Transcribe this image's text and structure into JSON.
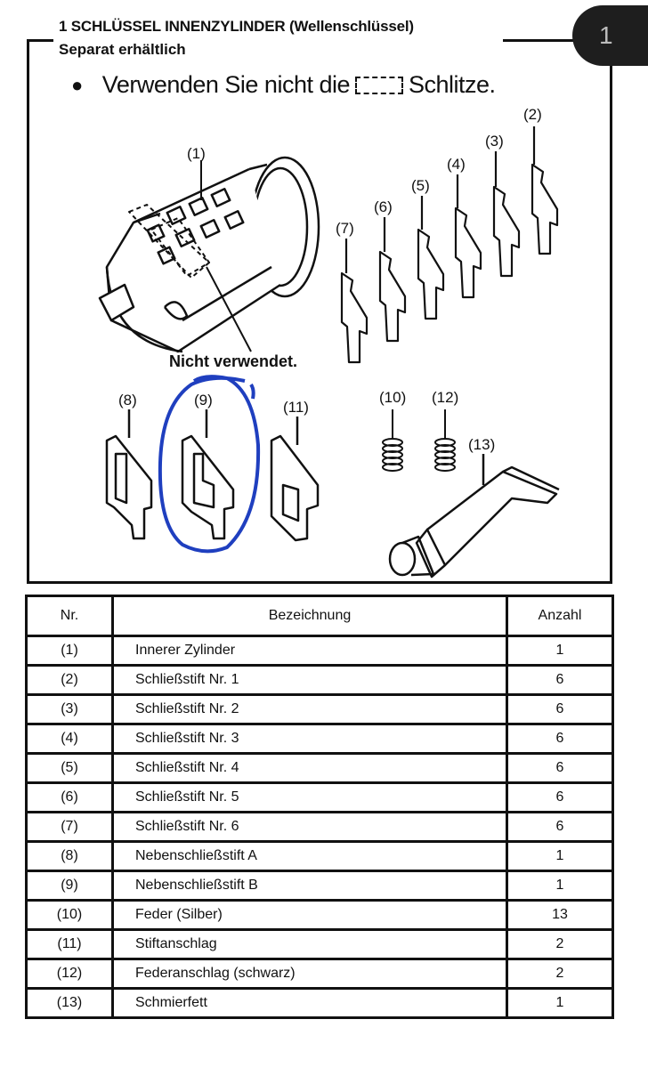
{
  "header": {
    "title": "1 SCHLÜSSEL INNENZYLINDER (Wellenschlüssel)",
    "subtitle": "Separat erhältlich",
    "page_tab": "1",
    "note_before": "Verwenden Sie nicht die",
    "note_after": "Schlitze."
  },
  "diagram": {
    "labels": {
      "p1": "(1)",
      "p2": "(2)",
      "p3": "(3)",
      "p4": "(4)",
      "p5": "(5)",
      "p6": "(6)",
      "p7": "(7)",
      "p8": "(8)",
      "p9": "(9)",
      "p10": "(10)",
      "p11": "(11)",
      "p12": "(12)",
      "p13": "(13)"
    },
    "unused_label": "Nicht verwendet.",
    "annotation_color": "#1f3fbf"
  },
  "table": {
    "headers": {
      "nr": "Nr.",
      "name": "Bezeichnung",
      "qty": "Anzahl"
    },
    "rows": [
      {
        "nr": "(1)",
        "name": "Innerer Zylinder",
        "qty": "1"
      },
      {
        "nr": "(2)",
        "name": "Schließstift Nr. 1",
        "qty": "6"
      },
      {
        "nr": "(3)",
        "name": "Schließstift Nr. 2",
        "qty": "6"
      },
      {
        "nr": "(4)",
        "name": "Schließstift Nr. 3",
        "qty": "6"
      },
      {
        "nr": "(5)",
        "name": "Schließstift Nr. 4",
        "qty": "6"
      },
      {
        "nr": "(6)",
        "name": "Schließstift Nr. 5",
        "qty": "6"
      },
      {
        "nr": "(7)",
        "name": "Schließstift Nr. 6",
        "qty": "6"
      },
      {
        "nr": "(8)",
        "name": "Nebenschließstift A",
        "qty": "1"
      },
      {
        "nr": "(9)",
        "name": "Nebenschließstift B",
        "qty": "1"
      },
      {
        "nr": "(10)",
        "name": "Feder (Silber)",
        "qty": "13"
      },
      {
        "nr": "(11)",
        "name": "Stiftanschlag",
        "qty": "2"
      },
      {
        "nr": "(12)",
        "name": "Federanschlag (schwarz)",
        "qty": "2"
      },
      {
        "nr": "(13)",
        "name": "Schmierfett",
        "qty": "1"
      }
    ]
  }
}
